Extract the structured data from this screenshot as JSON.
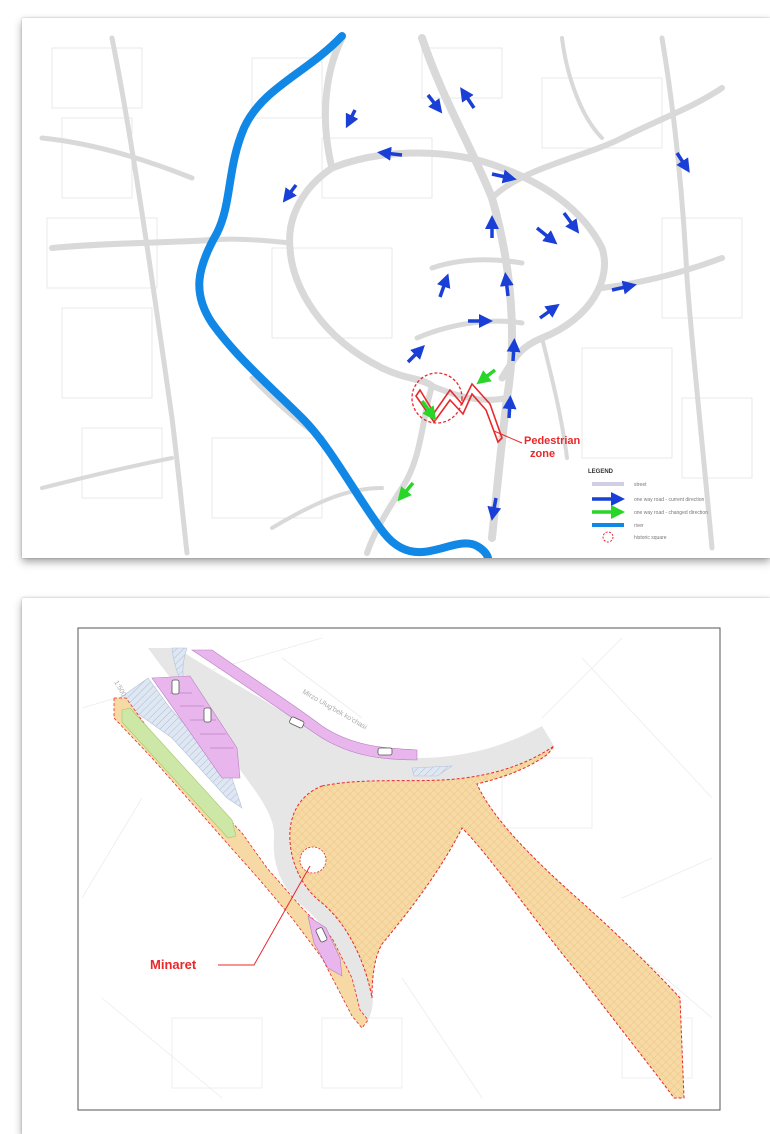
{
  "map_top": {
    "pedestrian_label_line1": "Pedestrian",
    "pedestrian_label_line2": "zone",
    "legend": {
      "title": "LEGEND",
      "items": [
        {
          "label": "street",
          "color": "#d3cde6"
        },
        {
          "label": "one way road - current direction",
          "color": "#1a3fd6"
        },
        {
          "label": "one way road - changed direction",
          "color": "#27d627"
        },
        {
          "label": "river",
          "color": "#1188e6"
        },
        {
          "label": "historic square",
          "color": "#e8282b"
        }
      ]
    },
    "colors": {
      "river": "#1188e6",
      "arrow_current": "#1a3fd6",
      "arrow_changed": "#27d627",
      "pedestrian": "#e8282b",
      "street": "#d9d9d9"
    }
  },
  "map_bottom": {
    "minaret_label": "Minaret",
    "street_name": "Mirzo Ulug'bek ko'chasi",
    "corner_tag": "1:500",
    "colors": {
      "pedestrian_area": "#f6d9a4",
      "road": "#e6e6e6",
      "parking": "#e8b6ec",
      "greenery": "#cde8a6",
      "sidewalk_hatch": "#c7d4e6",
      "outline": "#e8282b"
    }
  }
}
